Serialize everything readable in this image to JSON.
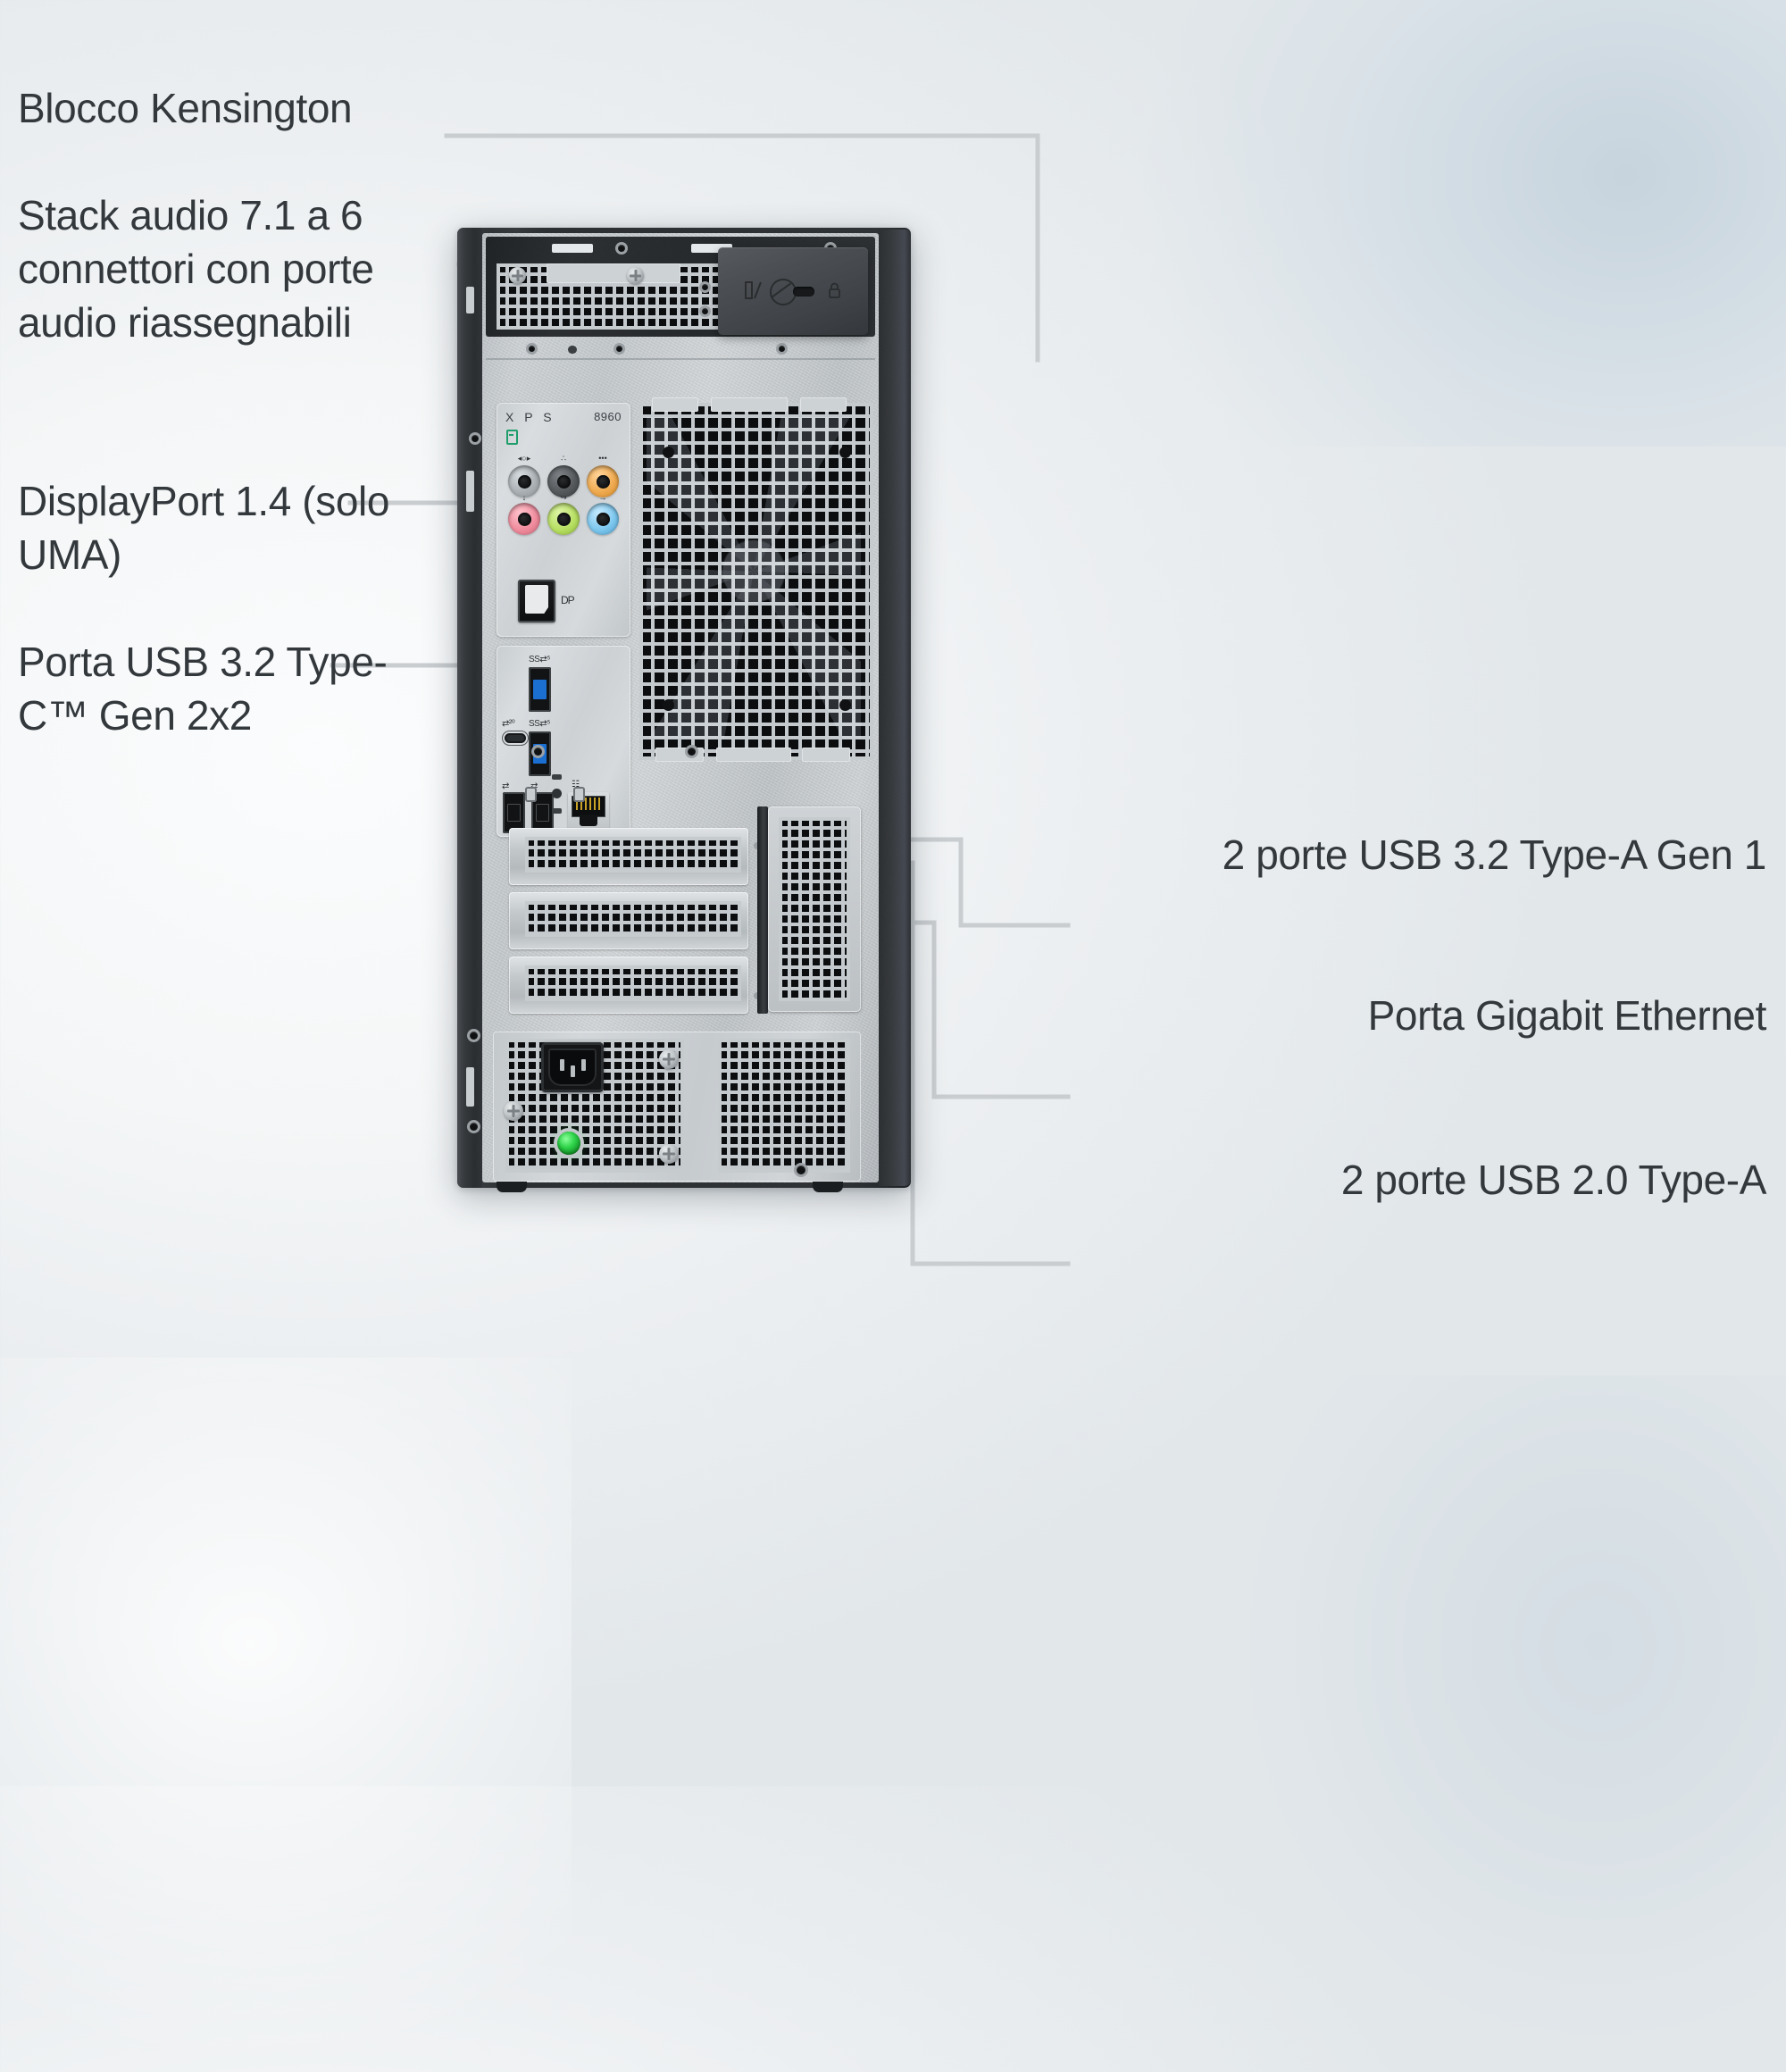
{
  "document": {
    "title": "Dell XPS 8960 — vista posteriore con callout delle porte",
    "language": "it",
    "background_colors": [
      "#f7f9fa",
      "#e6eaee",
      "#ced8e0"
    ]
  },
  "callouts": {
    "kensington": {
      "text": "Blocco Kensington",
      "side": "left"
    },
    "audio": {
      "text": "Stack audio 7.1 a 6 connettori con porte audio riassegnabili",
      "side": "left"
    },
    "displayport": {
      "text": "DisplayPort 1.4 (solo UMA)",
      "side": "left"
    },
    "usbc": {
      "text": "Porta USB 3.2 Type-C™ Gen 2x2",
      "side": "left"
    },
    "usb32a": {
      "text": "2 porte USB 3.2 Type-A Gen 1",
      "side": "right"
    },
    "ethernet": {
      "text": "Porta Gigabit Ethernet",
      "side": "right"
    },
    "usb20a": {
      "text": "2 porte USB 2.0 Type-A",
      "side": "right"
    }
  },
  "leader_line_color": "#c9cdd0",
  "tower": {
    "branding": {
      "model_name": "X P S",
      "model_number": "8960"
    },
    "io_panel": {
      "audio_jacks": [
        {
          "name": "side-surround",
          "color": "#a9aeb2",
          "glyph": "◂○▸"
        },
        {
          "name": "rear-surround",
          "color": "#55595c",
          "glyph": "∴"
        },
        {
          "name": "center-subwoofer",
          "color": "#f0ab51",
          "glyph": "•••"
        },
        {
          "name": "microphone",
          "color": "#f08d9e",
          "glyph": "↓"
        },
        {
          "name": "line-out",
          "color": "#b8e063",
          "glyph": "↪"
        },
        {
          "name": "line-in",
          "color": "#7ec8ef",
          "glyph": "→"
        }
      ],
      "display_port_label": "DP",
      "usb_ports": [
        {
          "name": "usb-3-2-type-a-gen1-top",
          "label": "SS⇄4 5",
          "color": "#1b6fd1"
        },
        {
          "name": "usb-3-2-type-a-gen1-bottom",
          "label": "SS⇄4 5",
          "color": "#1b6fd1"
        },
        {
          "name": "usb-3-2-type-c-gen2x2",
          "label": "20",
          "color": "#16181a"
        },
        {
          "name": "usb-2-0-type-a-left",
          "label": "⑂",
          "color": "#101214"
        },
        {
          "name": "usb-2-0-type-a-right",
          "label": "⑂",
          "color": "#101214"
        }
      ],
      "ethernet_port": {
        "name": "rj45-gigabit-ethernet",
        "label": "⛓"
      }
    },
    "expansion_slots_count": 3,
    "psu": {
      "connector": "IEC C14 power inlet",
      "diagnostic_led_color": "#2fd44a"
    },
    "kensington_module": {
      "icons": [
        "padlock-icon",
        "no-service-icon",
        "lock-slot"
      ]
    }
  }
}
